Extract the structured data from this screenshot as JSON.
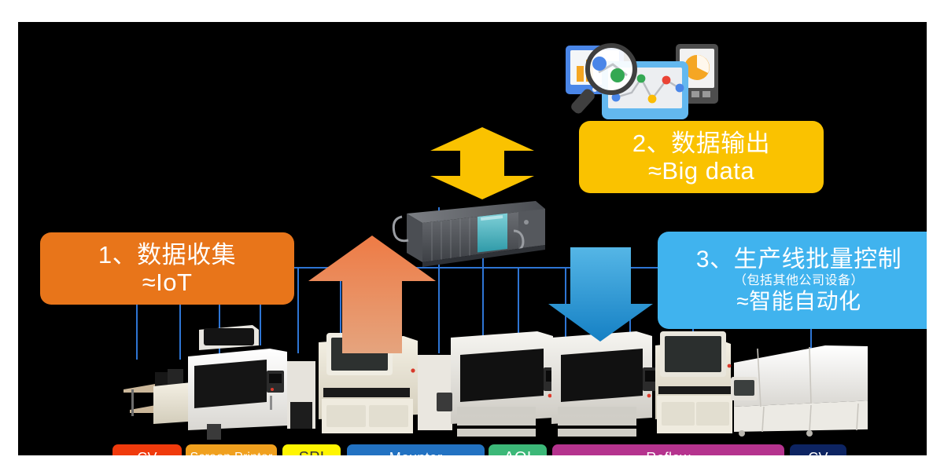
{
  "slide": {
    "background_color": "#000000",
    "page_background": "#ffffff"
  },
  "callouts": [
    {
      "id": "data-collection",
      "number_line": "1、数据收集",
      "sub_line": "≈IoT",
      "color": "#E8751A",
      "text_color": "#FFFFFF"
    },
    {
      "id": "data-output",
      "number_line": "2、数据输出",
      "sub_line": "≈Big data",
      "color": "#FAC200",
      "text_color": "#FFFFFF"
    },
    {
      "id": "line-batch-control",
      "number_line": "3、生产线批量控制",
      "paren_line": "（包括其他公司设备）",
      "sub_line": "≈智能自动化",
      "color": "#40B3EE",
      "text_color": "#FFFFFF"
    }
  ],
  "arrows": [
    {
      "id": "yellow-double",
      "direction": "up-down",
      "color": "#FAC200"
    },
    {
      "id": "orange-up",
      "direction": "up",
      "color": "#E8845A"
    },
    {
      "id": "blue-down",
      "direction": "down",
      "color": "#2E9BDC"
    }
  ],
  "icons": {
    "analytics": "data-analytics-icon",
    "server": "rack-server-icon",
    "magnifier": "magnifying-glass-icon",
    "bar_chart": "bar-chart-icon",
    "line_chart": "line-chart-icon",
    "pie_chart": "pie-chart-icon",
    "production_line": "smt-production-line-icon"
  },
  "connectors": {
    "color": "#2E75D4",
    "description": "network bus linking each machine to the server"
  },
  "legend": [
    {
      "label": "CV",
      "color": "#F03A0C",
      "text_color": "#FFFFFF"
    },
    {
      "label": "Screen Printer",
      "color": "#F0A01E",
      "text_color": "#FFFFFF"
    },
    {
      "label": "SPI",
      "color": "#FFF500",
      "text_color": "#3A3A3A"
    },
    {
      "label": "Mounter",
      "color": "#2272C2",
      "text_color": "#FFFFFF"
    },
    {
      "label": "AOI",
      "color": "#3CB878",
      "text_color": "#FFFFFF"
    },
    {
      "label": "Reflow",
      "color": "#B5338E",
      "text_color": "#FFFFFF"
    },
    {
      "label": "CV",
      "color": "#0D2462",
      "text_color": "#FFFFFF"
    }
  ]
}
